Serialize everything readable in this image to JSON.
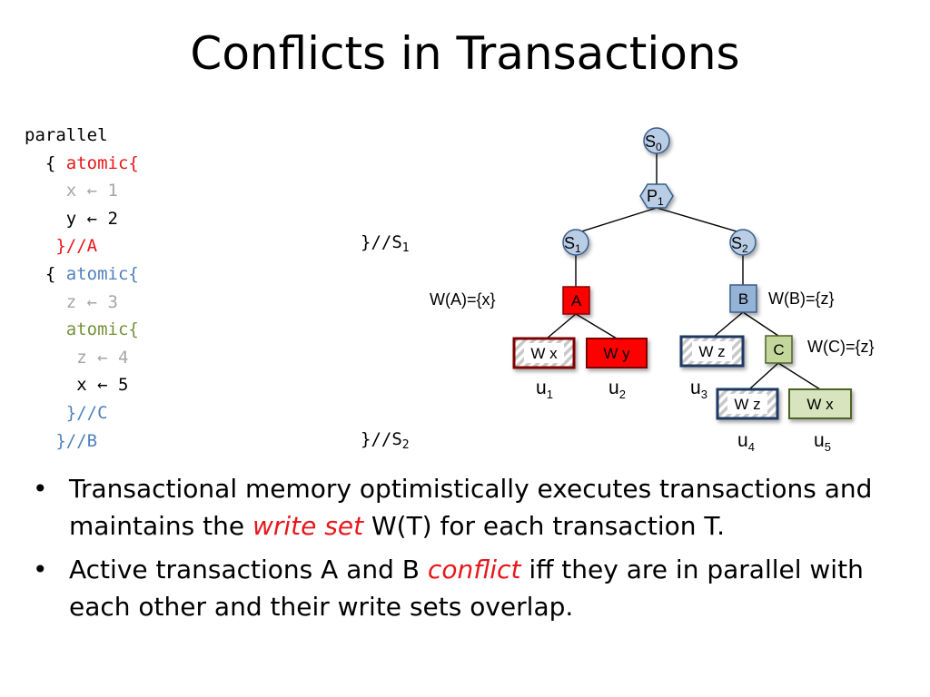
{
  "title": "Conflicts in Transactions",
  "code": {
    "lines": [
      {
        "indent": 0,
        "parts": [
          {
            "text": "parallel",
            "color": "black"
          }
        ]
      },
      {
        "indent": 2,
        "parts": [
          {
            "text": "{ ",
            "color": "black"
          },
          {
            "text": "atomic{",
            "color": "red"
          }
        ]
      },
      {
        "indent": 4,
        "parts": [
          {
            "text": "x ← 1",
            "color": "gray"
          }
        ]
      },
      {
        "indent": 4,
        "parts": [
          {
            "text": "y ← 2",
            "color": "black"
          }
        ]
      },
      {
        "indent": 3,
        "parts": [
          {
            "text": "}//A",
            "color": "red"
          }
        ]
      },
      {
        "indent": 2,
        "parts": [
          {
            "text": "{ ",
            "color": "black"
          },
          {
            "text": "atomic{",
            "color": "blue"
          }
        ]
      },
      {
        "indent": 4,
        "parts": [
          {
            "text": "z ← 3",
            "color": "gray"
          }
        ]
      },
      {
        "indent": 4,
        "parts": [
          {
            "text": "atomic{",
            "color": "green"
          }
        ]
      },
      {
        "indent": 5,
        "parts": [
          {
            "text": "z ← 4",
            "color": "gray"
          }
        ]
      },
      {
        "indent": 5,
        "parts": [
          {
            "text": "x ← 5",
            "color": "black"
          }
        ]
      },
      {
        "indent": 4,
        "parts": [
          {
            "text": "}//C",
            "color": "blue"
          }
        ]
      },
      {
        "indent": 3,
        "parts": [
          {
            "text": "}//B",
            "color": "blue"
          }
        ]
      }
    ],
    "s1_label": "}//S",
    "s1_sub": "1",
    "s2_label": "}//S",
    "s2_sub": "2"
  },
  "tree": {
    "nodes": {
      "s0": {
        "label": "S",
        "sub": "0"
      },
      "p1": {
        "label": "P",
        "sub": "1"
      },
      "s1": {
        "label": "S",
        "sub": "1"
      },
      "s2": {
        "label": "S",
        "sub": "2"
      },
      "a": {
        "label": "A"
      },
      "b": {
        "label": "B"
      },
      "c": {
        "label": "C"
      },
      "u1": {
        "label": "W x",
        "caption": "u",
        "caption_sub": "1"
      },
      "u2": {
        "label": "W y",
        "caption": "u",
        "caption_sub": "2"
      },
      "u3": {
        "label": "W z",
        "caption": "u",
        "caption_sub": "3"
      },
      "u4": {
        "label": "W z",
        "caption": "u",
        "caption_sub": "4"
      },
      "u5": {
        "label": "W x",
        "caption": "u",
        "caption_sub": "5"
      }
    },
    "write_sets": {
      "a": "W(A)={x}",
      "b": "W(B)={z}",
      "c": "W(C)={z}"
    }
  },
  "bullets": [
    {
      "before": "Transactional memory optimistically executes transactions and maintains the ",
      "emph": "write set",
      "after": " W(T) for each transaction T."
    },
    {
      "before": "Active transactions A and B ",
      "emph": "conflict",
      "after": " iff they are in parallel with each other and their write sets overlap."
    }
  ],
  "colors": {
    "red": "#e8171b",
    "blue": "#4f81bd",
    "green": "#76923c",
    "gray": "#a6a6a6",
    "s_node_fill": "#b9cde5",
    "s_node_stroke": "#385d8a",
    "a_fill": "#ff0000",
    "b_fill": "#95b3d7",
    "c_fill": "#c3d69b",
    "u5_fill": "#d7e4bd"
  }
}
